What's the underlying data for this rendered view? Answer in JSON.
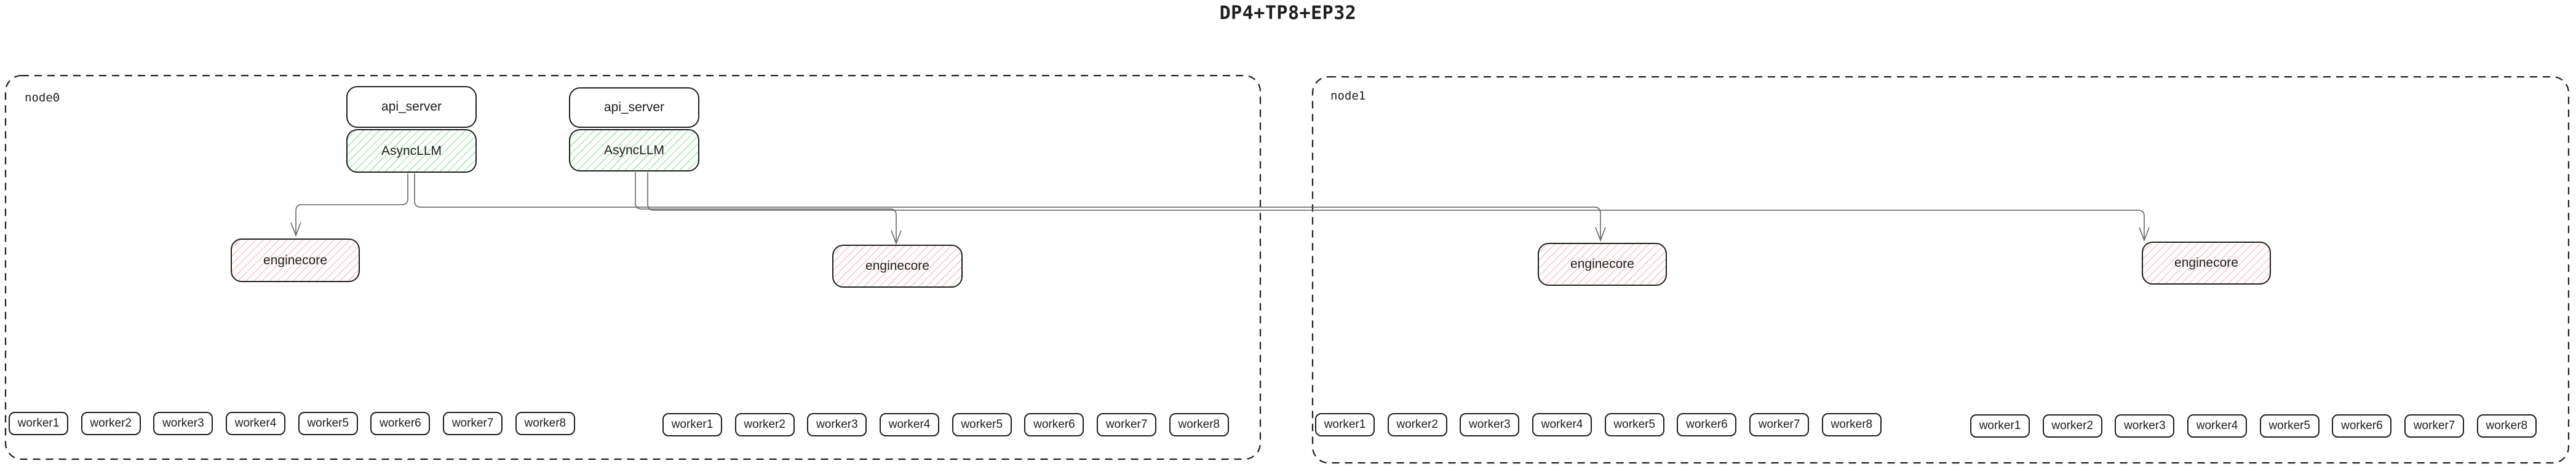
{
  "title": "DP4+TP8+EP32",
  "colors": {
    "stroke": "#1e1e1e",
    "connector": "#5f5f5f",
    "green_hatch": "#69db7c",
    "red_hatch": "#ff8787"
  },
  "nodes": [
    {
      "label": "node0"
    },
    {
      "label": "node1"
    }
  ],
  "server_stacks": [
    {
      "api_label": "api_server",
      "llm_label": "AsyncLLM"
    },
    {
      "api_label": "api_server",
      "llm_label": "AsyncLLM"
    }
  ],
  "enginecores": [
    "enginecore",
    "enginecore",
    "enginecore",
    "enginecore"
  ],
  "worker_groups": [
    [
      "worker1",
      "worker2",
      "worker3",
      "worker4",
      "worker5",
      "worker6",
      "worker7",
      "worker8"
    ],
    [
      "worker1",
      "worker2",
      "worker3",
      "worker4",
      "worker5",
      "worker6",
      "worker7",
      "worker8"
    ],
    [
      "worker1",
      "worker2",
      "worker3",
      "worker4",
      "worker5",
      "worker6",
      "worker7",
      "worker8"
    ],
    [
      "worker1",
      "worker2",
      "worker3",
      "worker4",
      "worker5",
      "worker6",
      "worker7",
      "worker8"
    ]
  ]
}
